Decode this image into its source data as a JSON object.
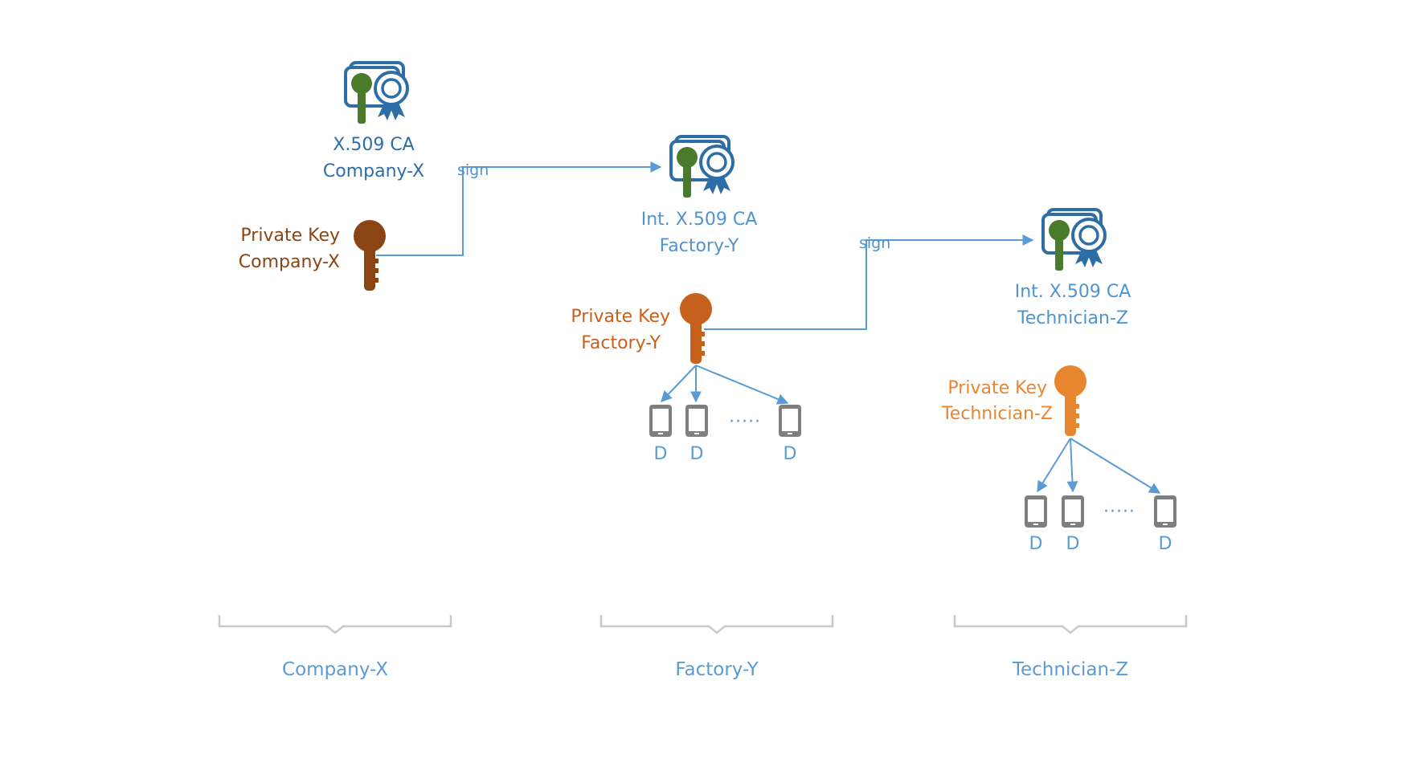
{
  "colors": {
    "connector": "#5b9bd5",
    "cert_blue": "#2e6ea6",
    "cert_green": "#4a7a2c",
    "key_company": "#8b4513",
    "key_factory": "#c8601d",
    "key_technician": "#e8862f",
    "device_gray": "#7f7f7f"
  },
  "company": {
    "cert_line1": "X.509 CA",
    "cert_line2": "Company-X",
    "key_line1": "Private Key",
    "key_line2": "Company-X",
    "sign": "sign",
    "bracket_label": "Company-X"
  },
  "factory": {
    "cert_line1": "Int. X.509 CA",
    "cert_line2": "Factory-Y",
    "key_line1": "Private Key",
    "key_line2": "Factory-Y",
    "sign": "sign",
    "devices": [
      "D",
      "D",
      "D"
    ],
    "ellipsis": "·····",
    "bracket_label": "Factory-Y"
  },
  "technician": {
    "cert_line1": "Int. X.509 CA",
    "cert_line2": "Technician-Z",
    "key_line1": "Private Key",
    "key_line2": "Technician-Z",
    "devices": [
      "D",
      "D",
      "D"
    ],
    "ellipsis": "·····",
    "bracket_label": "Technician-Z"
  }
}
